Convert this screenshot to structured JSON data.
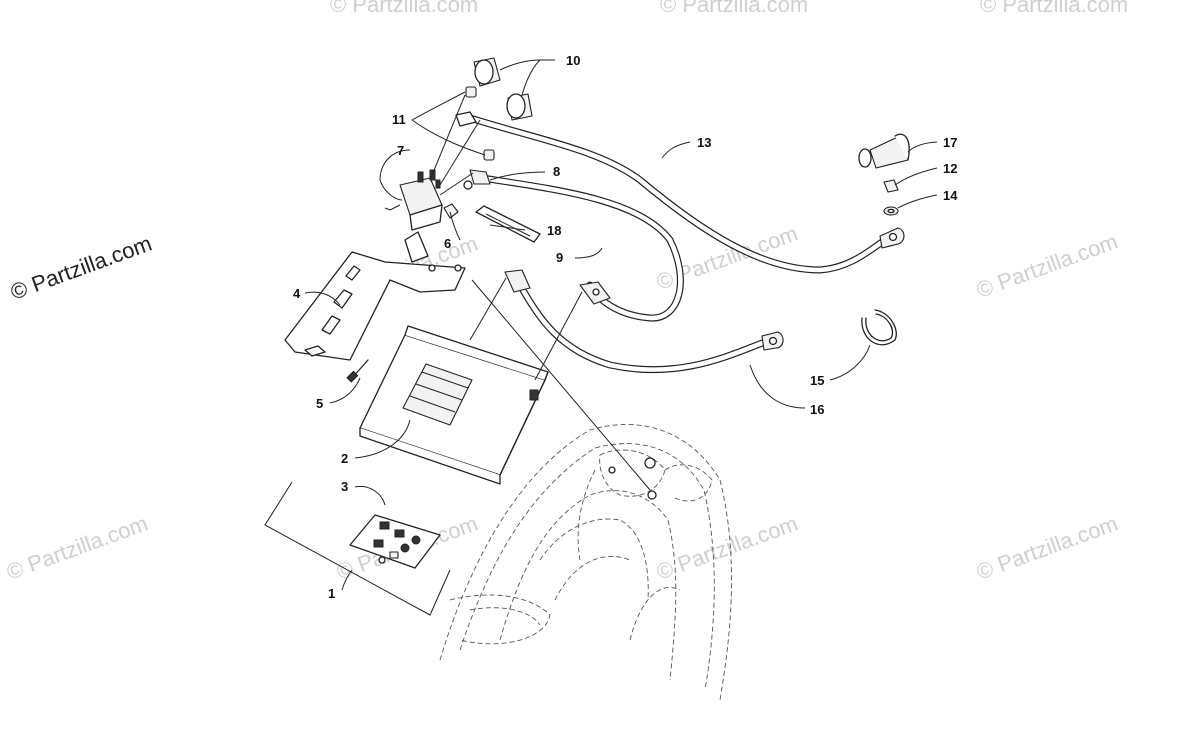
{
  "watermark": {
    "text": "© Partzilla.com"
  },
  "callouts": [
    {
      "id": "1",
      "label": "1"
    },
    {
      "id": "2",
      "label": "2"
    },
    {
      "id": "3",
      "label": "3"
    },
    {
      "id": "4",
      "label": "4"
    },
    {
      "id": "5",
      "label": "5"
    },
    {
      "id": "6",
      "label": "6"
    },
    {
      "id": "7",
      "label": "7"
    },
    {
      "id": "8",
      "label": "8"
    },
    {
      "id": "9",
      "label": "9"
    },
    {
      "id": "10",
      "label": "10"
    },
    {
      "id": "11",
      "label": "11"
    },
    {
      "id": "12",
      "label": "12"
    },
    {
      "id": "13",
      "label": "13"
    },
    {
      "id": "14",
      "label": "14"
    },
    {
      "id": "15",
      "label": "15"
    },
    {
      "id": "16",
      "label": "16"
    },
    {
      "id": "17",
      "label": "17"
    },
    {
      "id": "18",
      "label": "18"
    }
  ]
}
